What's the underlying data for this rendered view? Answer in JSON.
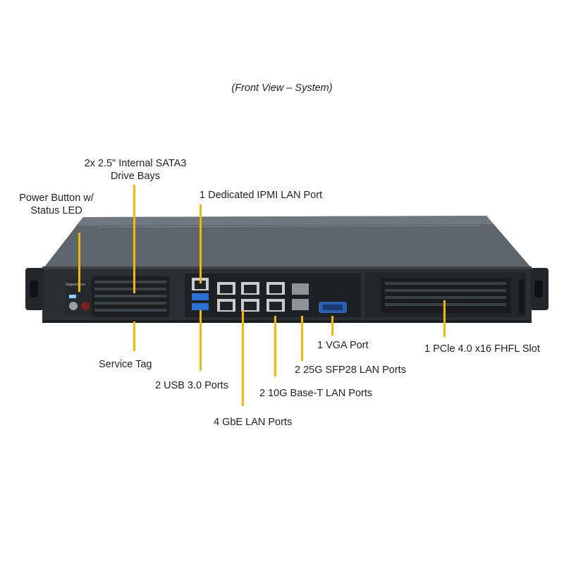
{
  "caption": "(Front View – System)",
  "labels": {
    "drive_bays": [
      "2x 2.5\" Internal  SATA3",
      "Drive Bays"
    ],
    "power_button": [
      "Power Button w/",
      "Status LED"
    ],
    "ipmi_port": "1 Dedicated IPMI  LAN Port",
    "service_tag": "Service Tag",
    "usb_ports": "2 USB 3.0 Ports",
    "gbe_ports": "4 GbE LAN Ports",
    "ten_g_ports": "2 10G Base-T LAN Ports",
    "sfp_ports": "2 25G  SFP28 LAN Ports",
    "vga_port": "1 VGA Port",
    "pcie_slot": "1 PCle 4.0 x16 FHFL Slot"
  },
  "brand_mark": "Supermicro",
  "colors": {
    "leader": "#f5b800",
    "chassis_top": "#5d666c",
    "chassis_front": "#2b2f33"
  }
}
